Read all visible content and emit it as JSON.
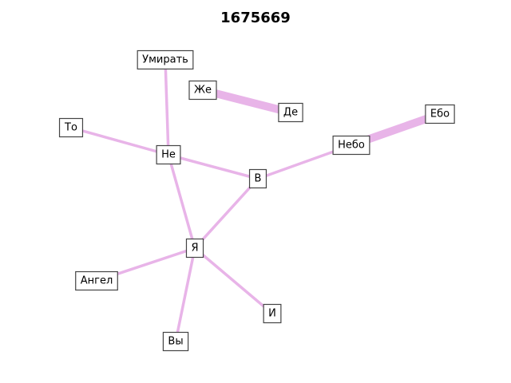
{
  "title": "1675669",
  "colors": {
    "edge": "#e8b4e8",
    "node_border": "#444444",
    "node_fill": "#ffffff"
  },
  "nodes": [
    {
      "id": "Умирать",
      "label": "Умирать"
    },
    {
      "id": "Же",
      "label": "Же"
    },
    {
      "id": "Де",
      "label": "Де"
    },
    {
      "id": "Ебо",
      "label": "Ебо"
    },
    {
      "id": "То",
      "label": "То"
    },
    {
      "id": "Не",
      "label": "Не"
    },
    {
      "id": "Небо",
      "label": "Небо"
    },
    {
      "id": "В",
      "label": "В"
    },
    {
      "id": "Я",
      "label": "Я"
    },
    {
      "id": "Ангел",
      "label": "Ангел"
    },
    {
      "id": "И",
      "label": "И"
    },
    {
      "id": "Вы",
      "label": "Вы"
    }
  ],
  "edges": [
    {
      "source": "Умирать",
      "target": "Не",
      "weight": 1
    },
    {
      "source": "То",
      "target": "Не",
      "weight": 1
    },
    {
      "source": "Не",
      "target": "В",
      "weight": 1
    },
    {
      "source": "Не",
      "target": "Я",
      "weight": 1
    },
    {
      "source": "В",
      "target": "Небо",
      "weight": 1
    },
    {
      "source": "В",
      "target": "Я",
      "weight": 1
    },
    {
      "source": "Небо",
      "target": "Ебо",
      "weight": 3
    },
    {
      "source": "Же",
      "target": "Де",
      "weight": 3
    },
    {
      "source": "Я",
      "target": "Ангел",
      "weight": 1
    },
    {
      "source": "Я",
      "target": "И",
      "weight": 1
    },
    {
      "source": "Я",
      "target": "Вы",
      "weight": 1
    }
  ]
}
